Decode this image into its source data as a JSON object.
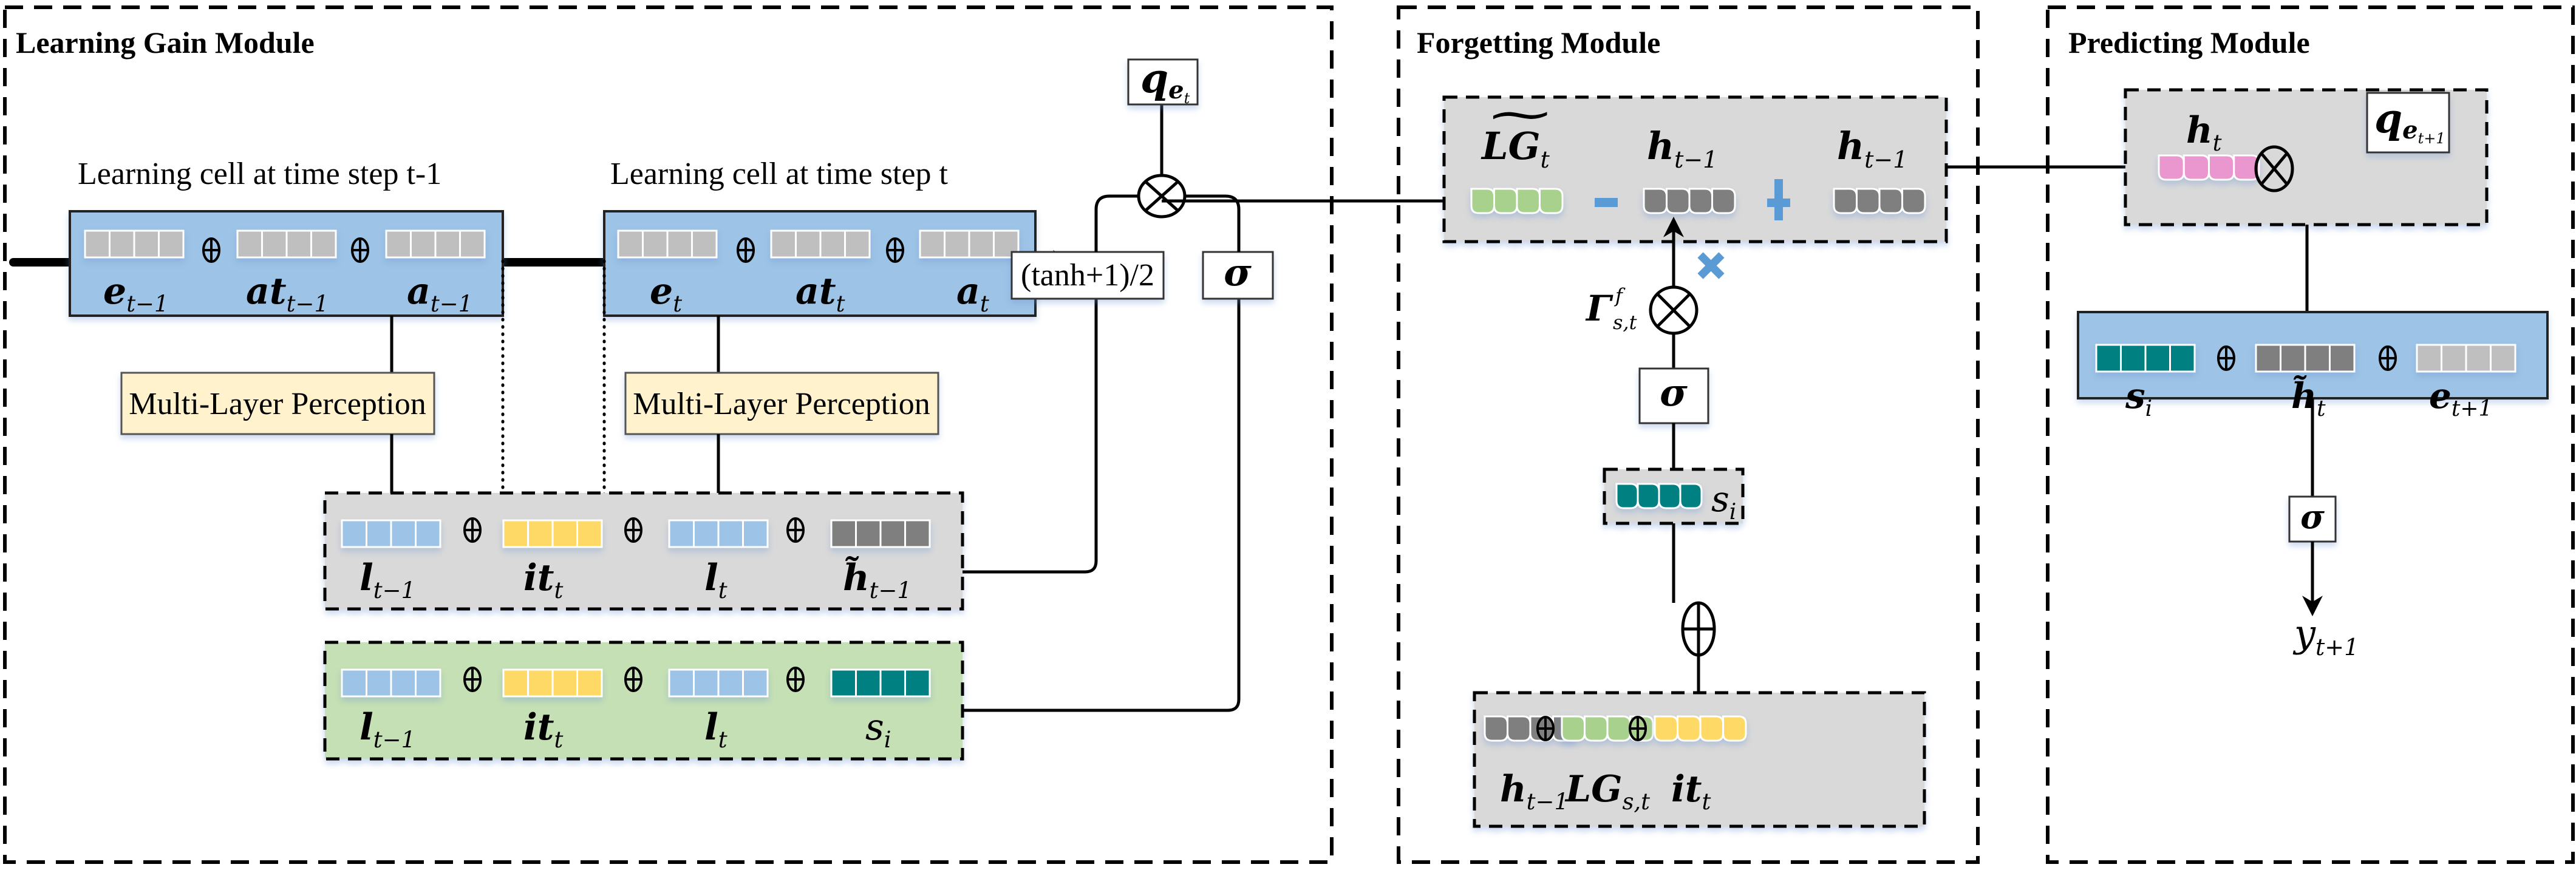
{
  "colors": {
    "cell_blue": "#9dc3e6",
    "cell_gray": "#bfbfbf",
    "mlp_yellow": "#fff2cc",
    "panel_gray": "#d9d9d9",
    "panel_green": "#c5e0b4",
    "vec_light_blue": "#9dc3e6",
    "vec_yellow": "#ffd966",
    "vec_dark_gray": "#7f7f7f",
    "vec_teal": "#008080",
    "vec_green": "#a9d18e",
    "vec_pink": "#ea96cf",
    "op_blue": "#5b9bd5"
  },
  "modules": {
    "learning_gain": {
      "title": "Learning Gain Module",
      "cell_prev": {
        "caption": "Learning cell at time step t-1",
        "labels": [
          {
            "main": "e",
            "sub": "t−1"
          },
          {
            "main": "at",
            "sub": "t−1"
          },
          {
            "main": "a",
            "sub": "t−1"
          }
        ]
      },
      "cell_curr": {
        "caption": "Learning cell at time step t",
        "labels": [
          {
            "main": "e",
            "sub": "t"
          },
          {
            "main": "at",
            "sub": "t"
          },
          {
            "main": "a",
            "sub": "t"
          }
        ]
      },
      "mlp_label": "Multi-Layer Perception",
      "gray_panel_labels": [
        {
          "main": "l",
          "sub": "t−1"
        },
        {
          "main": "it",
          "sub": "t"
        },
        {
          "main": "l",
          "sub": "t"
        },
        {
          "main": "h̃",
          "sub": "t−1"
        }
      ],
      "green_panel_labels": [
        {
          "main": "l",
          "sub": "t−1"
        },
        {
          "main": "it",
          "sub": "t"
        },
        {
          "main": "l",
          "sub": "t"
        },
        {
          "main": "s",
          "sub": "i"
        }
      ],
      "q_box": {
        "main": "q",
        "sub": "e",
        "subsub": "t"
      },
      "tanh_label": "(tanh+1)/2",
      "sigma_label": "σ",
      "concat_symbol": "⊕",
      "multiply_symbol": "⊗"
    },
    "forgetting": {
      "title": "Forgetting Module",
      "top_panel_labels": [
        {
          "main": "LG",
          "sub": "t",
          "tilde": "~"
        },
        {
          "main": "h",
          "sub": "t−1"
        },
        {
          "main": "h",
          "sub": "t−1"
        }
      ],
      "minus_symbol": "−",
      "plus_symbol": "+",
      "times_symbol": "×",
      "gate_label": {
        "main": "Γ",
        "sup": "f",
        "sub": "s,t"
      },
      "sigma_label": "σ",
      "skill_panel_label": {
        "main": "s",
        "sub": "i"
      },
      "bottom_panel_labels": [
        {
          "main": "h",
          "sub": "t−1"
        },
        {
          "main": "LG",
          "sub": "s,t"
        },
        {
          "main": "it",
          "sub": "t"
        }
      ]
    },
    "predicting": {
      "title": "Predicting Module",
      "top_panel": {
        "h_label": {
          "main": "h",
          "sub": "t"
        },
        "q_box": {
          "main": "q",
          "sub": "e",
          "subsub": "t+1"
        }
      },
      "concat_labels": [
        {
          "main": "s",
          "sub": "i"
        },
        {
          "main": "h̃",
          "sub": "t"
        },
        {
          "main": "e",
          "sub": "t+1"
        }
      ],
      "sigma_label": "σ",
      "output_label": {
        "main": "y",
        "sub": "t+1"
      }
    }
  }
}
